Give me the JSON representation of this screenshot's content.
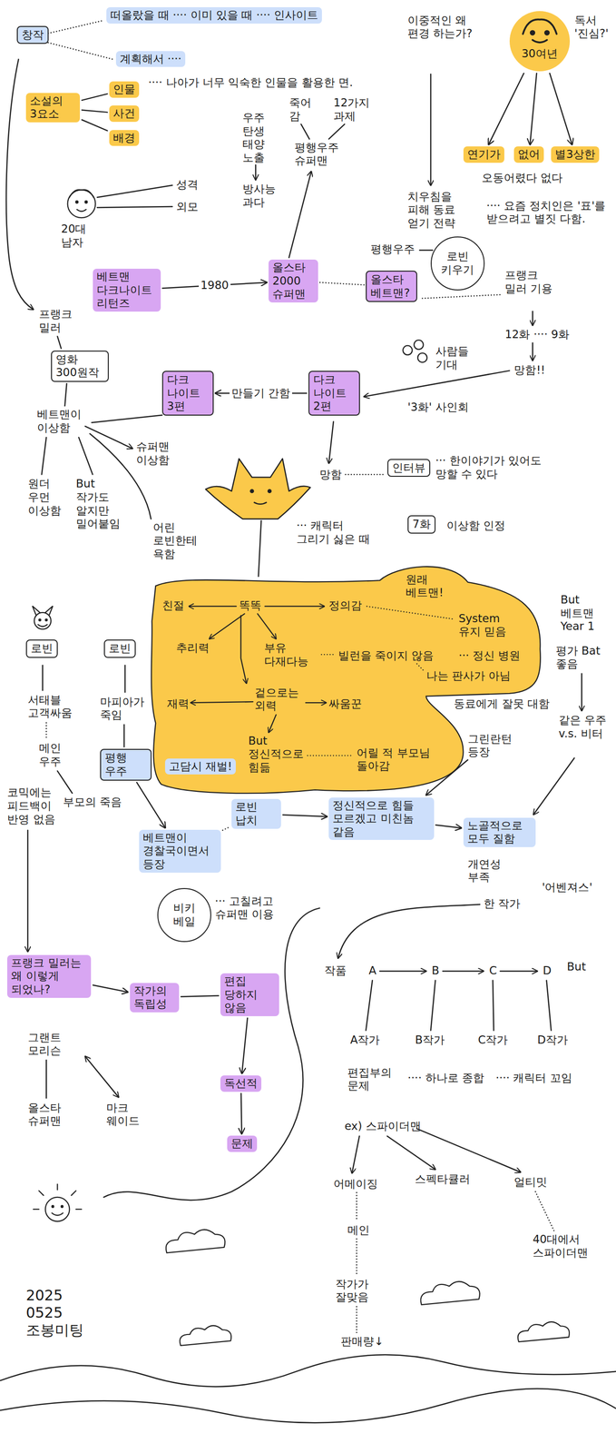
{
  "diagram": {
    "nodes": [
      {
        "text": [
          "떠올랐을 때 ···· 이미 있을 때 ···· 인사이트"
        ]
      },
      {
        "text": [
          "창작"
        ]
      },
      {
        "text": [
          "계획해서 ····"
        ]
      },
      {
        "text": [
          "30여년"
        ]
      },
      {
        "text": [
          "소설의 3요소"
        ]
      },
      {
        "text": [
          "인물"
        ]
      },
      {
        "text": [
          "사건"
        ]
      },
      {
        "text": [
          "배경"
        ]
      },
      {
        "text": [
          "연기가"
        ]
      },
      {
        "text": [
          "없어"
        ]
      },
      {
        "text": [
          "별3상한"
        ]
      },
      {
        "text": [
          "올스타 베트맨?"
        ]
      },
      {
        "text": [
          "로빈 키우기"
        ]
      },
      {
        "text": [
          "베트맨 다크나이트 리턴즈"
        ]
      },
      {
        "text": [
          "올스타 2000 슈퍼맨"
        ]
      },
      {
        "text": [
          "영화 300원작"
        ]
      },
      {
        "text": [
          "다크 나이트 3편"
        ]
      },
      {
        "text": [
          "다크 나이트 2편"
        ]
      },
      {
        "text": [
          "인터뷰"
        ]
      },
      {
        "text": [
          "7화"
        ]
      },
      {
        "text": [
          "친절",
          "똑똑",
          "정의감",
          "원래 베트맨!",
          "System 유지 믿음",
          "추리력",
          "부유 다재다능",
          "빌런을 죽이지 않음",
          "··· 정신 병원",
          "나는 판사가 아님",
          "재력",
          "겉으로는 외력",
          "싸움꾼",
          "But 정신적으로 힘듦",
          "어릴 적 부모님 돌아감"
        ]
      },
      {
        "text": [
          "고담시 재벌!"
        ],
        "in": 20
      },
      {
        "text": [
          "로빈"
        ]
      },
      {
        "text": [
          "로빈"
        ]
      },
      {
        "text": [
          "평행 우주"
        ]
      },
      {
        "text": [
          "로빈 납치"
        ]
      },
      {
        "text": [
          "정신적으로 힘들 모르겠고 미친놈 같음"
        ]
      },
      {
        "text": [
          "노골적으로 모두 질함"
        ]
      },
      {
        "text": [
          "베트맨이 경찰국이면서 등장"
        ]
      },
      {
        "text": [
          "비키 베일"
        ]
      },
      {
        "text": [
          "프랭크 밀러는 왜 이렇게 되었나?"
        ]
      },
      {
        "text": [
          "작가의 독립성"
        ]
      },
      {
        "text": [
          "편집 당하지 않음"
        ]
      },
      {
        "text": [
          "독선적"
        ]
      },
      {
        "text": [
          "문제"
        ]
      }
    ],
    "edges": [
      {
        "from": 4,
        "to": 5,
        "arrow": "none"
      },
      {
        "from": 4,
        "to": 6,
        "arrow": "none"
      },
      {
        "from": 4,
        "to": 7,
        "arrow": "none"
      },
      {
        "from": 3,
        "to": 8,
        "arrow": "to"
      },
      {
        "from": 3,
        "to": 9,
        "arrow": "to"
      },
      {
        "from": 3,
        "to": 10,
        "arrow": "to"
      },
      {
        "from": 13,
        "to": 14,
        "label": "1980",
        "arrow": "to"
      },
      {
        "from": 14,
        "to": 11,
        "arrow": "none"
      },
      {
        "from": 17,
        "to": 16,
        "label": "만들기 간함",
        "arrow": "to"
      },
      {
        "from": 24,
        "to": 28,
        "arrow": "to"
      },
      {
        "from": 28,
        "to": 25,
        "arrow": "none"
      },
      {
        "from": 25,
        "to": 26,
        "arrow": "to"
      },
      {
        "from": 26,
        "to": 27,
        "arrow": "to"
      },
      {
        "from": 30,
        "to": 31,
        "arrow": "to"
      },
      {
        "from": 31,
        "to": 32,
        "arrow": "none"
      },
      {
        "from": 32,
        "to": 33,
        "arrow": "to"
      },
      {
        "from": 33,
        "to": 34,
        "arrow": "to"
      }
    ],
    "labels": [
      "···· 나아가 너무 익숙한 인물을 활용한 면.",
      "20대 남자",
      "성격",
      "외모",
      "우주 탄생 태양 노출",
      "죽어 감",
      "12가지 과제",
      "평행우주 슈퍼맨",
      "방사능 과다",
      "이중적인 왜 편경 하는가?",
      "독서 '진심?'",
      "오동어렸다 없다",
      "치우침을 피해 동료 얻기 전략",
      "···· 요즘 정치인은 '표'를 받으려고 별짓 다함.",
      "평행우주",
      "프랭크 밀러 기용",
      "12화 ···· 9화",
      "망함!!",
      "사람들 기대",
      "'3화' 사인회",
      "망함",
      "··· 한이야기가 있어도 망할 수 있다",
      "프랭크 밀러",
      "베트맨이 이상함",
      "슈퍼맨 이상함",
      "원더 우먼 이상함",
      "But 작가도 알지만 밀어붙임",
      "어린 로빈한테 욕함",
      "··· 캐릭터 그리기 싫은 때",
      "이상함 인정",
      "But 베트맨 Year 1",
      "평가 Bat 좋음",
      "동료에게 잘못 대함",
      "같은 우주 v.s. 비터",
      "그린란턴 등장",
      "개연성 부족",
      "'어벤져스'",
      "한 작가",
      "서태블 고객싸움",
      "메인 우주",
      "마피아가 죽임",
      "코믹에는 피드백이 반영 없음",
      "부모의 죽음",
      "··· 고칠려고 슈퍼맨 이용",
      "그랜트 모리슨",
      "올스타 슈퍼맨",
      "마크 웨이드",
      "작품",
      "A",
      "B",
      "C",
      "D",
      "But",
      "A작가",
      "B작가",
      "C작가",
      "D작가",
      "편집부의 문제",
      "···· 하나로 종합",
      "···· 캐릭터 꼬임",
      "ex) 스파이더맨",
      "어메이징",
      "스펙타큘러",
      "얼티밋",
      "메인",
      "작가가 잘맞음",
      "판매량↓",
      "40대에서 스파이더맨",
      "2025 0525 조봉미팅"
    ]
  }
}
